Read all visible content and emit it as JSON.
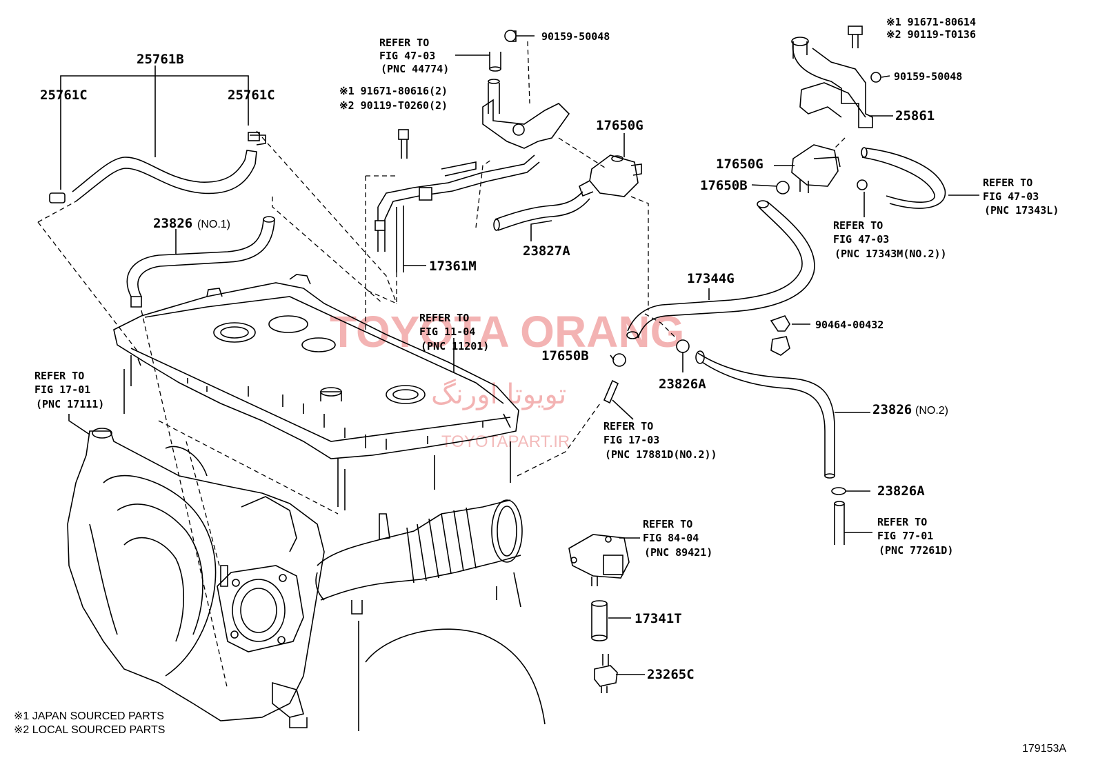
{
  "figure_id": "179153A",
  "footnotes": {
    "note1": "※1 JAPAN SOURCED PARTS",
    "note2": "※2 LOCAL SOURCED PARTS"
  },
  "watermark": {
    "brand": "TOYOTA ORANG",
    "persian": "تویوتا اورنگ",
    "site": "TOYOTAPART.IR",
    "color": "#f2a6a6"
  },
  "parts": {
    "p25761B": "25761B",
    "p25761C_left": "25761C",
    "p25761C_right": "25761C",
    "p23826_no1": "23826",
    "p23826_no1_suffix": "(NO.1)",
    "p17361M": "17361M",
    "p23827A": "23827A",
    "p17650G_top": "17650G",
    "p17650G_right": "17650G",
    "p17650B_right": "17650B",
    "p17650B_mid": "17650B",
    "p25861": "25861",
    "p17344G": "17344G",
    "p23826A_mid": "23826A",
    "p23826_no2": "23826",
    "p23826_no2_suffix": "(NO.2)",
    "p23826A_low": "23826A",
    "p17341T": "17341T",
    "p23265C": "23265C",
    "p90464": "90464-00432",
    "bolt_90159_a": "90159-50048",
    "bolt_90159_b": "90159-50048",
    "bolt_mid_1": "※1 91671-80616(2)",
    "bolt_mid_2": "※2 90119-T0260(2)",
    "bolt_right_1": "※1 91671-80614",
    "bolt_right_2": "※2 90119-T0136"
  },
  "refs": {
    "r47_44774": {
      "l1": "REFER TO",
      "l2": "FIG 47-03",
      "l3": "(PNC 44774)"
    },
    "r11_11201": {
      "l1": "REFER TO",
      "l2": "FIG 11-04",
      "l3": "(PNC 11201)"
    },
    "r17_17111": {
      "l1": "REFER TO",
      "l2": "FIG 17-01",
      "l3": "(PNC 17111)"
    },
    "r17_17881": {
      "l1": "REFER TO",
      "l2": "FIG 17-03",
      "l3": "(PNC 17881D(NO.2))"
    },
    "r47_17343L": {
      "l1": "REFER TO",
      "l2": "FIG 47-03",
      "l3": "(PNC 17343L)"
    },
    "r47_17343M": {
      "l1": "REFER TO",
      "l2": "FIG 47-03",
      "l3": "(PNC 17343M(NO.2))"
    },
    "r84_89421": {
      "l1": "REFER TO",
      "l2": "FIG 84-04",
      "l3": "(PNC 89421)"
    },
    "r77_77261D": {
      "l1": "REFER TO",
      "l2": "FIG 77-01",
      "l3": "(PNC 77261D)"
    }
  }
}
